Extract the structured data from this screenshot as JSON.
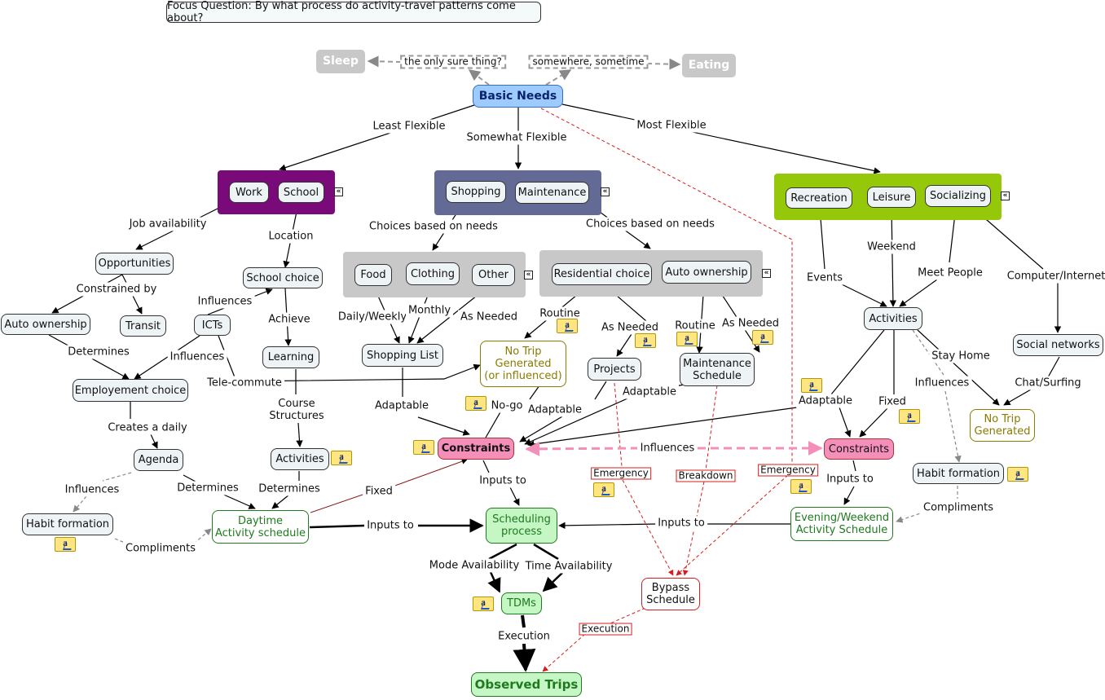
{
  "focus_question": "Focus Question: By what process do activity-travel patterns come about?",
  "nodes": {
    "sleep": "Sleep",
    "eating": "Eating",
    "basic_needs": "Basic Needs",
    "work": "Work",
    "school": "School",
    "shopping": "Shopping",
    "maintenance": "Maintenance",
    "recreation": "Recreation",
    "leisure": "Leisure",
    "socializing": "Socializing",
    "opportunities": "Opportunities",
    "school_choice": "School choice",
    "food": "Food",
    "clothing": "Clothing",
    "other": "Other",
    "residential_choice": "Residential choice",
    "auto_ownership_right": "Auto ownership",
    "auto_ownership_left": "Auto ownership",
    "transit": "Transit",
    "icts": "ICTs",
    "learning": "Learning",
    "shopping_list": "Shopping List",
    "no_trip_influenced": [
      "No Trip",
      "Generated",
      "(or influenced)"
    ],
    "projects": "Projects",
    "maintenance_schedule": [
      "Maintenance",
      "Schedule"
    ],
    "activities_right": "Activities",
    "social_networks": "Social networks",
    "employement_choice": "Employement choice",
    "no_trip_right": [
      "No Trip",
      "Generated"
    ],
    "agenda": "Agenda",
    "activities_left": "Activities",
    "constraints_mid": "Constraints",
    "constraints_right": "Constraints",
    "habit_left": "Habit formation",
    "habit_right": "Habit formation",
    "daytime_schedule": [
      "Daytime",
      "Activity schedule"
    ],
    "scheduling_process": [
      "Scheduling",
      "process"
    ],
    "evening_schedule": [
      "Evening/Weekend",
      "Activity Schedule"
    ],
    "bypass_schedule": [
      "Bypass",
      "Schedule"
    ],
    "tdms": "TDMs",
    "observed_trips": "Observed Trips"
  },
  "link_labels": {
    "only_sure": "the only sure thing?",
    "somewhere": "somewhere, sometime",
    "least_flexible": "Least Flexible",
    "somewhat_flexible": "Somewhat Flexible",
    "most_flexible": "Most Flexible",
    "job_availability": "Job availability",
    "location": "Location",
    "choices_needs_1": "Choices based on needs",
    "choices_needs_2": "Choices based on needs",
    "constrained_by": "Constrained by",
    "influences_icts": "Influences",
    "achieve": "Achieve",
    "determines_auto": "Determines",
    "influences_emp": "Influences",
    "tele_commute": "Tele-commute",
    "daily_weekly": "Daily/Weekly",
    "monthly": "Monthly",
    "as_needed_shop": "As Needed",
    "routine_res": "Routine",
    "as_needed_res": "As Needed",
    "routine_auto": "Routine",
    "as_needed_auto": "As Needed",
    "events": "Events",
    "weekend": "Weekend",
    "meet_people": "Meet People",
    "computer_internet": "Computer/Internet",
    "stay_home": "Stay Home",
    "influences_habit": "Influences",
    "chat_surfing": "Chat/Surfing",
    "course_structures": [
      "Course",
      "Structures"
    ],
    "creates_daily": "Creates a daily",
    "adaptable_shop": "Adaptable",
    "no_go": "No-go",
    "adaptable_proj": "Adaptable",
    "adaptable_maint": "Adaptable",
    "adaptable_right": "Adaptable",
    "fixed_right": "Fixed",
    "influences_constraints": "Influences",
    "emergency_proj": "Emergency",
    "breakdown": "Breakdown",
    "emergency_basic": "Emergency",
    "influences_agenda": "Influences",
    "determines_agenda": "Determines",
    "determines_act": "Determines",
    "fixed_daytime": "Fixed",
    "inputs_to_constraints": "Inputs to",
    "inputs_to_right": "Inputs to",
    "compliments_right": "Compliments",
    "inputs_to_daytime": "Inputs to",
    "inputs_to_evening": "Inputs to",
    "compliments_left": "Compliments",
    "mode_availability": "Mode Availability",
    "time_availability": "Time Availability",
    "execution_tdms": "Execution",
    "execution_bypass": "Execution"
  },
  "note_icon_text": "a",
  "expand_icon": "«",
  "colors": {
    "basic_needs_fill": "#9ecbff",
    "purple_group": "#7a0a7a",
    "blue_group": "#646a96",
    "green_group": "#96c80a",
    "gray_group": "#c8c8c8",
    "constraints_fill": "#f48fba",
    "green_node_fill": "#c4f7c4",
    "green_text": "#1f7a1f",
    "olive_text": "#8a7a00",
    "red_link": "#d81c1c",
    "pink_link": "#f48fba",
    "dark_red_link": "#8b1a1a"
  }
}
